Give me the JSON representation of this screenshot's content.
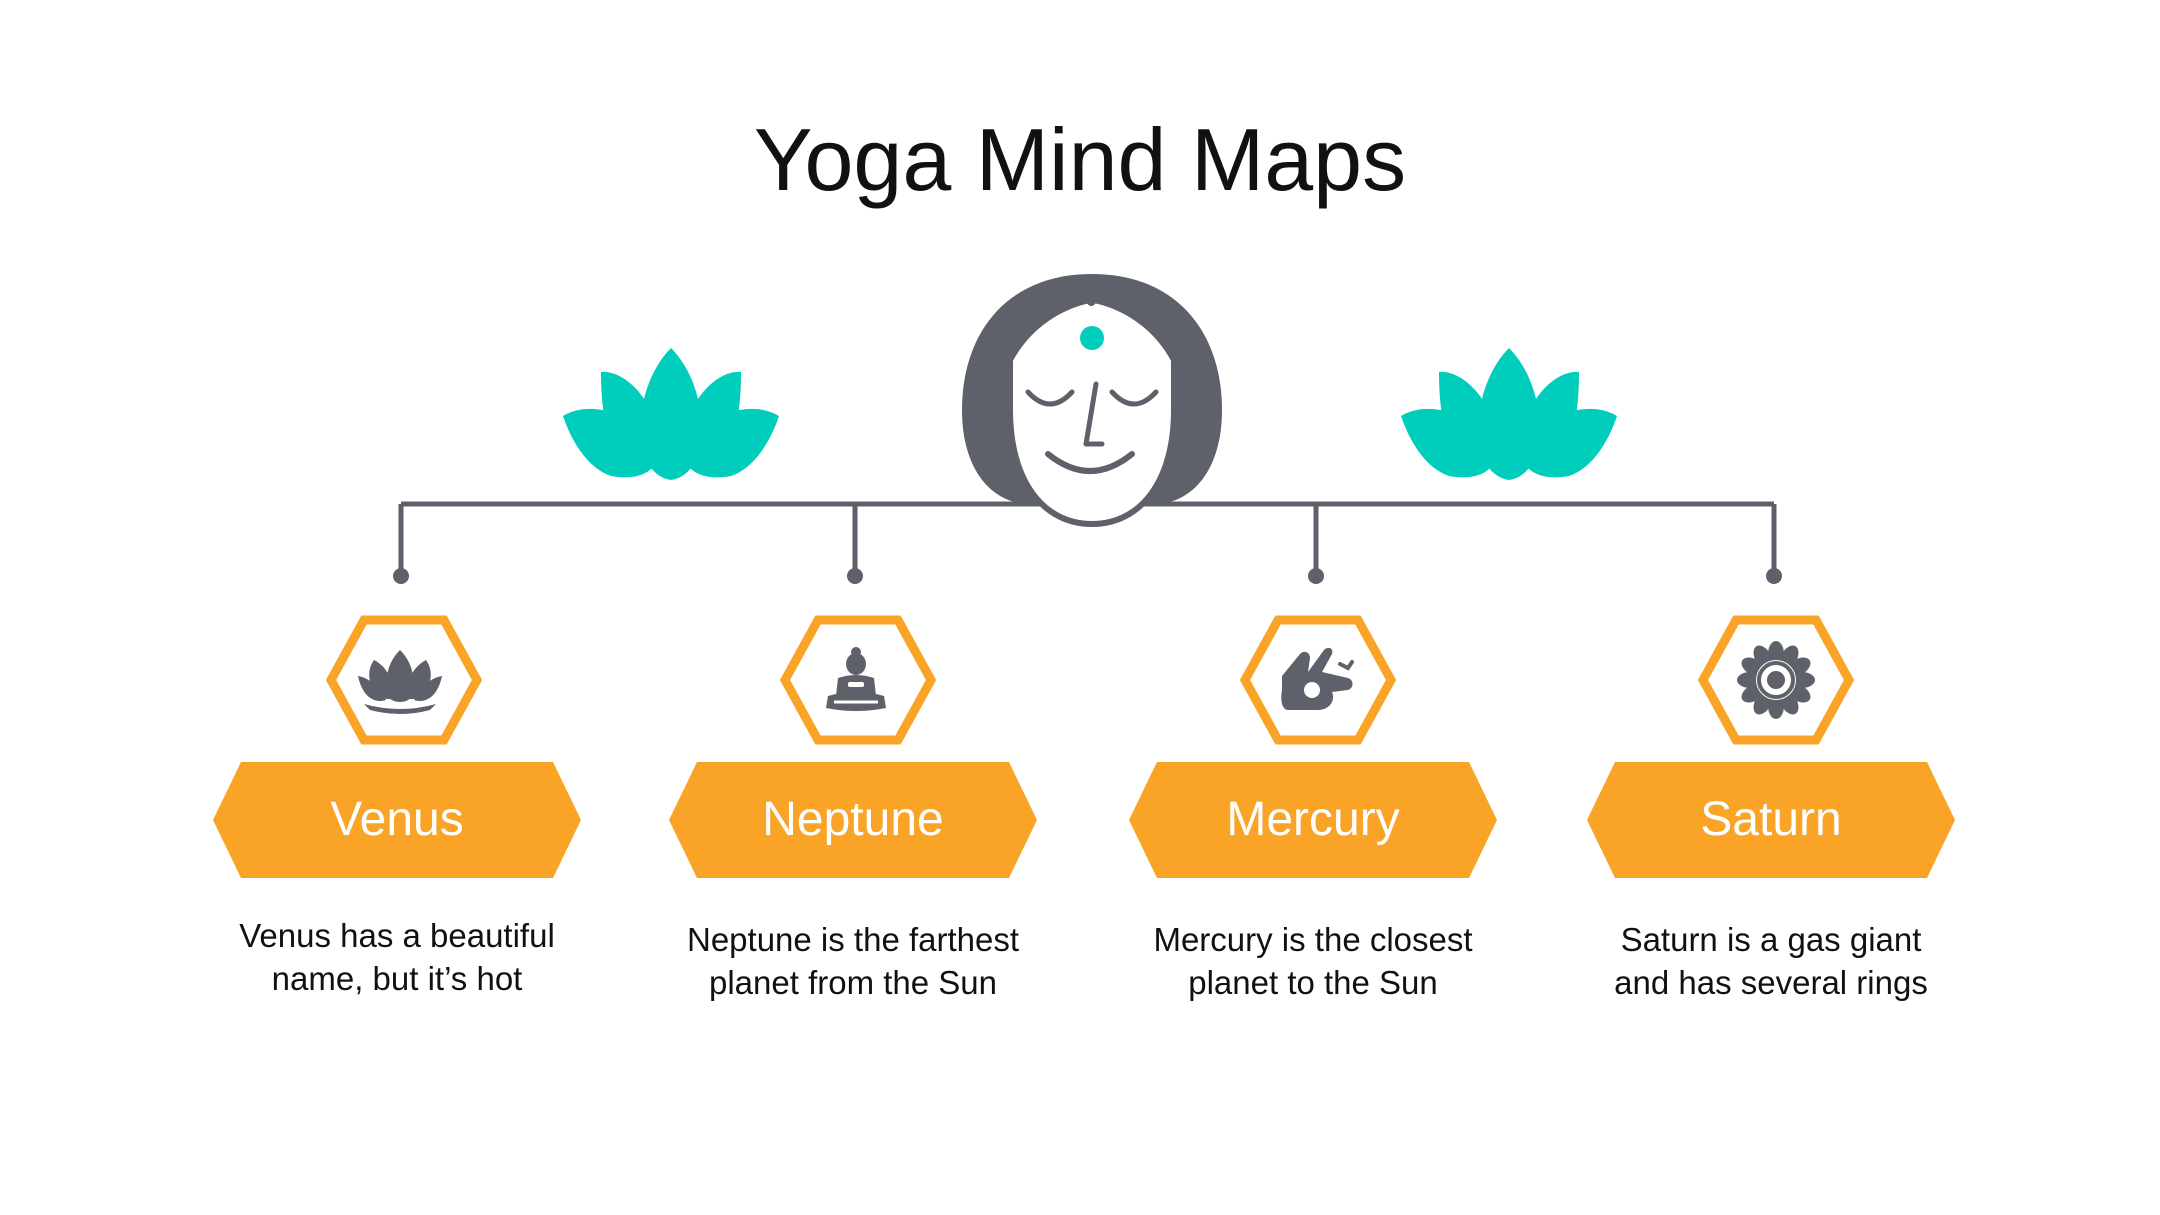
{
  "title": "Yoga Mind Maps",
  "colors": {
    "accent": "#F9A327",
    "teal": "#00CDBC",
    "gray": "#5E606A",
    "text": "#111111"
  },
  "center_icon": "meditating-woman-face-icon",
  "decorations": [
    "lotus-icon",
    "lotus-icon"
  ],
  "nodes": [
    {
      "icon": "lotus-flower-icon",
      "label": "Venus",
      "description": "Venus has a beautiful name, but it’s hot"
    },
    {
      "icon": "meditating-buddha-icon",
      "label": "Neptune",
      "description": "Neptune is the farthest planet from the Sun"
    },
    {
      "icon": "mudra-hand-icon",
      "label": "Mercury",
      "description": "Mercury is the closest planet to the Sun"
    },
    {
      "icon": "mandala-chakra-icon",
      "label": "Saturn",
      "description": "Saturn is a gas giant and has several rings"
    }
  ]
}
